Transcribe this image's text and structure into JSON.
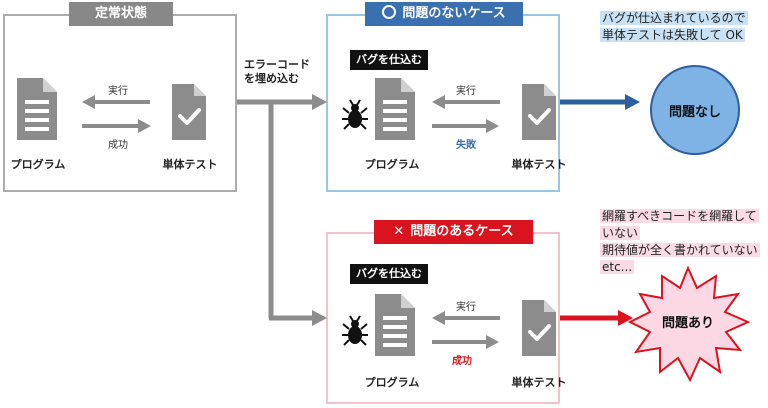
{
  "normal": {
    "title": "定常状態",
    "program": "プログラム",
    "unit_test": "単体テスト",
    "run": "実行",
    "success": "成功"
  },
  "inject_label_1": "エラーコード",
  "inject_label_2": "を埋め込む",
  "ok_case": {
    "title": "問題のないケース",
    "bug_tag": "バグを仕込む",
    "program": "プログラム",
    "unit_test": "単体テスト",
    "run": "実行",
    "result": "失敗",
    "note_1": "バグが仕込まれているので",
    "note_2": "単体テストは失敗して OK",
    "outcome": "問題なし"
  },
  "ng_case": {
    "title": "問題のあるケース",
    "bug_tag": "バグを仕込む",
    "program": "プログラム",
    "unit_test": "単体テスト",
    "run": "実行",
    "result": "成功",
    "note_1": "網羅すべきコードを網羅して",
    "note_2": "いない",
    "note_3": "期待値が全く書かれていない",
    "note_4": "etc...",
    "outcome": "問題あり"
  },
  "colors": {
    "gray": "#888888",
    "blue": "#3a6fb0",
    "red": "#d9141e"
  }
}
